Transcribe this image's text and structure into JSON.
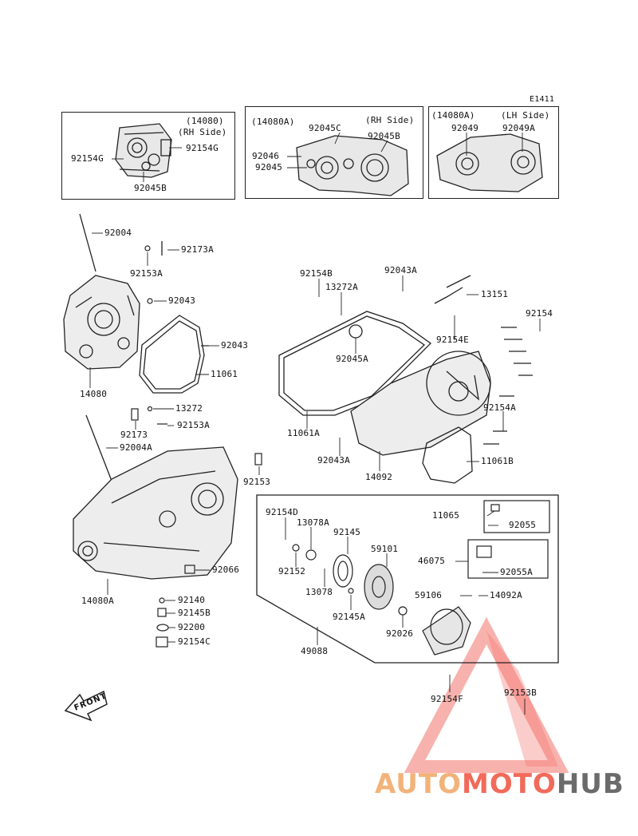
{
  "diagram_code": "E1411",
  "inset_boxes": [
    {
      "id": "inset1",
      "labels": [
        "(14080)",
        "(RH Side)",
        "92154G",
        "92154G",
        "92045B"
      ]
    },
    {
      "id": "inset2",
      "labels": [
        "(14080A)",
        "92045C",
        "(RH Side)",
        "92045B",
        "92046",
        "92045"
      ]
    },
    {
      "id": "inset3",
      "labels": [
        "(14080A)",
        "(LH Side)",
        "92049",
        "92049A"
      ]
    }
  ],
  "labels": {
    "i1_title": "(14080)",
    "i1_side": "(RH Side)",
    "i1_g1": "92154G",
    "i1_g2": "92154G",
    "i1_b": "92045B",
    "i2_title": "(14080A)",
    "i2_c": "92045C",
    "i2_side": "(RH Side)",
    "i2_b": "92045B",
    "i2_46": "92046",
    "i2_45": "92045",
    "i3_title": "(14080A)",
    "i3_side": "(LH Side)",
    "i3_49": "92049",
    "i3_49a": "92049A",
    "p92004": "92004",
    "p92173A": "92173A",
    "p92153A_1": "92153A",
    "p92043_1": "92043",
    "p92043_2": "92043",
    "p11061": "11061",
    "p14080": "14080",
    "p13272": "13272",
    "p92173": "92173",
    "p92153A_2": "92153A",
    "p92004A": "92004A",
    "p92153": "92153",
    "p92066": "92066",
    "p14080A": "14080A",
    "p92140": "92140",
    "p92145B": "92145B",
    "p92200": "92200",
    "p92154C": "92154C",
    "p92154B": "92154B",
    "p13272A": "13272A",
    "p92043A_1": "92043A",
    "p13151": "13151",
    "p92154": "92154",
    "p92154E": "92154E",
    "p92045A": "92045A",
    "p11061A": "11061A",
    "p92154A": "92154A",
    "p92043A_2": "92043A",
    "p14092": "14092",
    "p11061B": "11061B",
    "p92154D": "92154D",
    "p13078A": "13078A",
    "p92145": "92145",
    "p59101": "59101",
    "p92152": "92152",
    "p13078": "13078",
    "p92145A": "92145A",
    "p92026": "92026",
    "p59106": "59106",
    "p14092A": "14092A",
    "p11065": "11065",
    "p92055": "92055",
    "p46075": "46075",
    "p92055A": "92055A",
    "p49088": "49088",
    "p92154F": "92154F",
    "p92153B": "92153B"
  },
  "front_arrow_label": "FRONT",
  "watermark": {
    "part1": "AUTO",
    "part2": "MOTO",
    "part3": "HUB",
    "color_auto": "#f2b37a",
    "color_moto": "#f26a5a",
    "color_hub": "#6b6b6b",
    "triangle_color": "#f05a4f"
  }
}
